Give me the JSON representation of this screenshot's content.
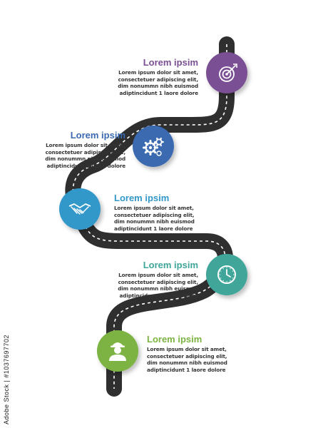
{
  "colors": {
    "road": "#2f2f2f",
    "dash": "#ffffff",
    "background": "#ffffff"
  },
  "steps": [
    {
      "title": "Lorem ipsim",
      "lines": [
        "Lorem ipsum dolor sit amet,",
        "consectetuer adipiscing elit,",
        "dim nonummn nibh euismod",
        "adiptincidunt 1 laore dolore"
      ],
      "icon": "target-icon",
      "color": "#7a4f93"
    },
    {
      "title": "Lorem ipsim",
      "lines": [
        "Lorem ipsum dolor sit amet,",
        "consectetuer adipiscing elit,",
        "dim nonummn nibh euismod",
        "adiptincidunt 1 laore dolore"
      ],
      "icon": "gears-icon",
      "color": "#3a6ab1"
    },
    {
      "title": "Lorem ipsim",
      "lines": [
        "Lorem ipsum dolor sit amet,",
        "consectetuer adipiscing elit,",
        "dim nonummn nibh euismod",
        "adiptincidunt 1 laore dolore"
      ],
      "icon": "handshake-icon",
      "color": "#3297c9"
    },
    {
      "title": "Lorem ipsim",
      "lines": [
        "Lorem ipsum dolor sit amet,",
        "consectetuer adipiscing elit,",
        "dim nonummn nibh euismod",
        "adiptincidunt 1 laore dolore"
      ],
      "icon": "clock-icon",
      "color": "#3fa699"
    },
    {
      "title": "Lorem ipsim",
      "lines": [
        "Lorem ipsum dolor sit amet,",
        "consectetuer adipiscing elit,",
        "dim nonummn nibh euismod",
        "adiptincidunt 1 laore dolore"
      ],
      "icon": "worker-icon",
      "color": "#7cb342"
    }
  ],
  "watermark": "Adobe Stock | #1037697702"
}
